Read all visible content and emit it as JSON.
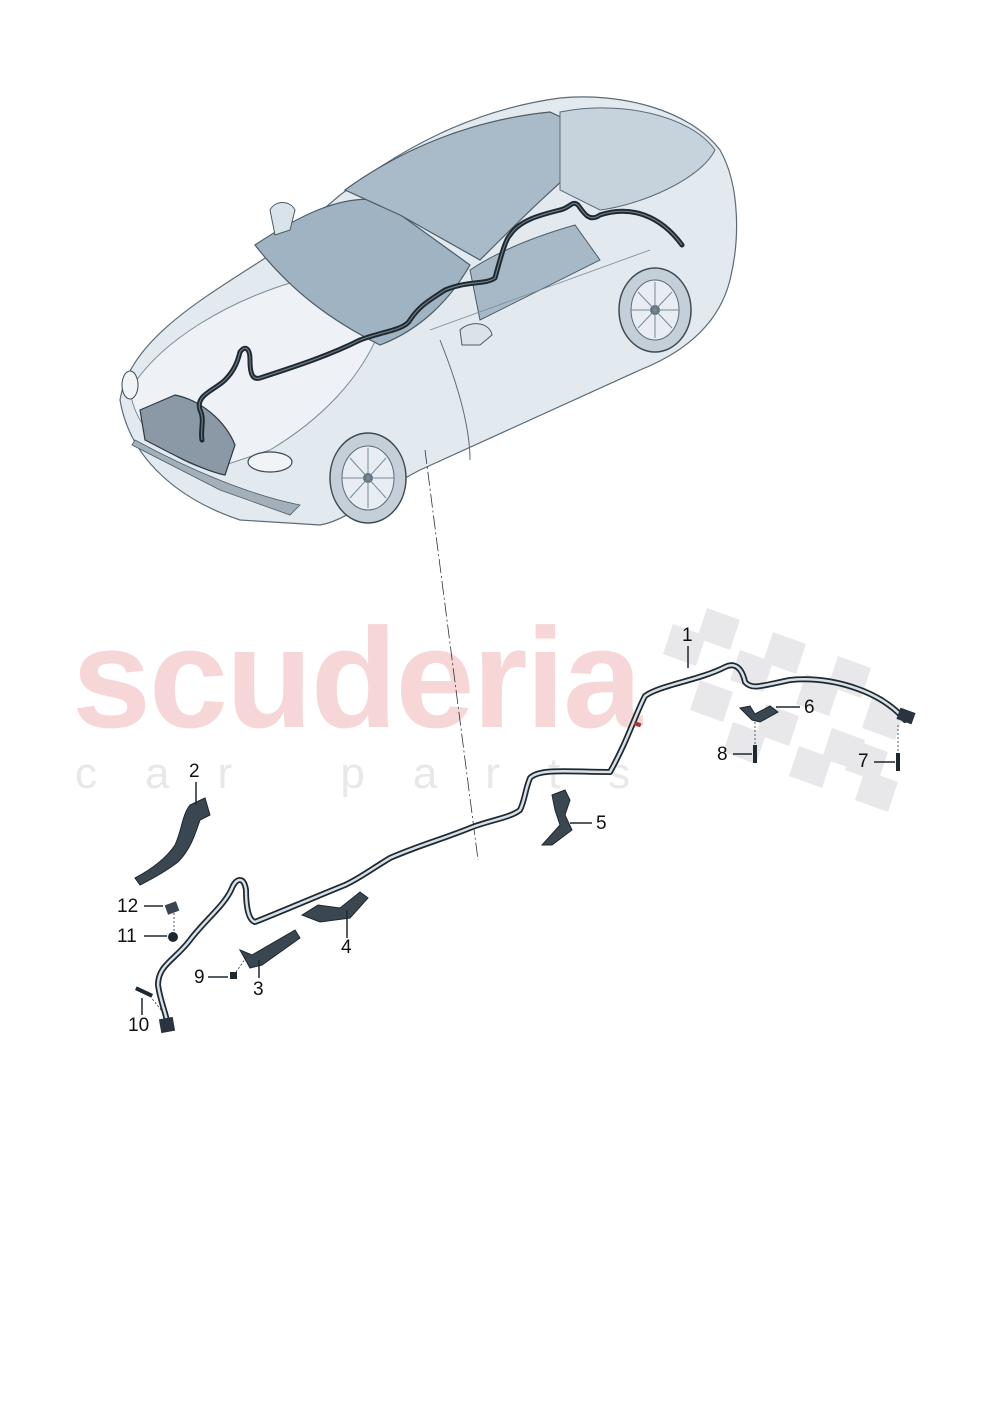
{
  "diagram": {
    "type": "exploded parts diagram",
    "subject": "convertible car with wiring/hose harness routing",
    "watermark": {
      "brand": "scuderia",
      "tagline": "car parts",
      "brand_color": "#f6d6d6",
      "tagline_color": "#e8e8e8"
    },
    "callouts": [
      {
        "id": "1",
        "label": "1"
      },
      {
        "id": "2",
        "label": "2"
      },
      {
        "id": "3",
        "label": "3"
      },
      {
        "id": "4",
        "label": "4"
      },
      {
        "id": "5",
        "label": "5"
      },
      {
        "id": "6",
        "label": "6"
      },
      {
        "id": "7",
        "label": "7"
      },
      {
        "id": "8",
        "label": "8"
      },
      {
        "id": "9",
        "label": "9"
      },
      {
        "id": "10",
        "label": "10"
      },
      {
        "id": "11",
        "label": "11"
      },
      {
        "id": "12",
        "label": "12"
      }
    ],
    "colors": {
      "car_body": "#dfe7ee",
      "car_glass": "#9fb3c2",
      "harness": "#1e2830",
      "line": "#2a3440"
    }
  }
}
